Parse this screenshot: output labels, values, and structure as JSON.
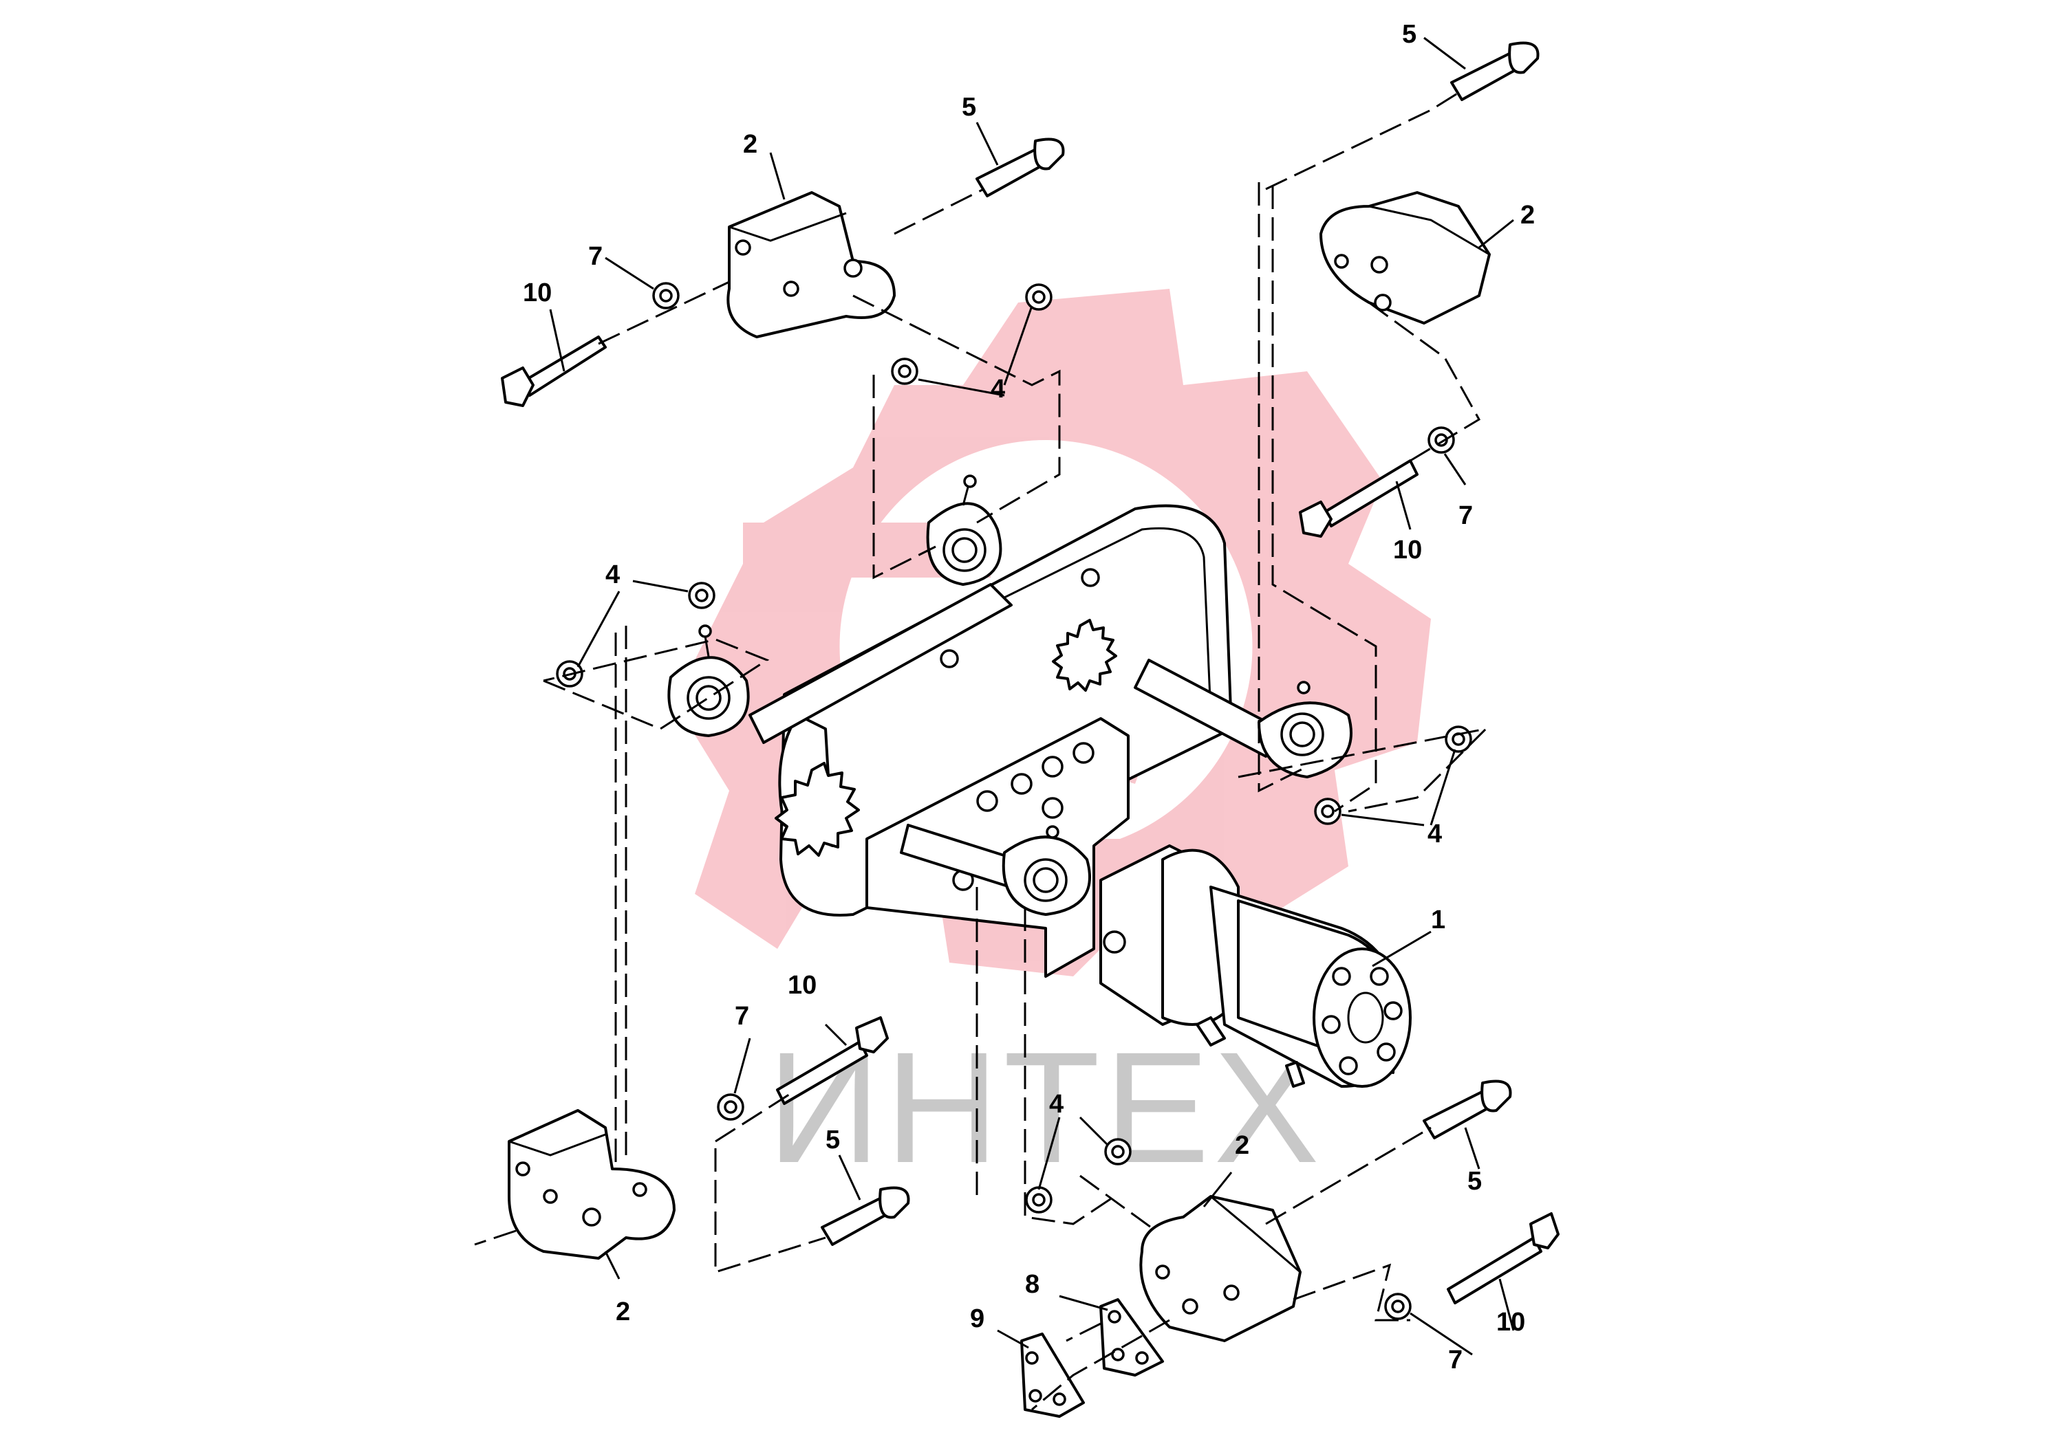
{
  "watermark": {
    "text": "ИНТЕХ",
    "color": "#e3001b",
    "text_color": "#c8c8c8"
  },
  "callouts": {
    "c1": "1",
    "c2_top": "2",
    "c2_right": "2",
    "c2_bottom_left": "2",
    "c2_bottom_right": "2",
    "c4_top": "4",
    "c4_left": "4",
    "c4_right": "4",
    "c4_bottom": "4",
    "c5_top": "5",
    "c5_top_right": "5",
    "c5_bottom_left": "5",
    "c5_bottom_right": "5",
    "c7_top": "7",
    "c7_right": "7",
    "c7_bottom_left": "7",
    "c7_bottom_right": "7",
    "c8": "8",
    "c9": "9",
    "c10_top": "10",
    "c10_right": "10",
    "c10_bottom_left": "10",
    "c10_bottom_right": "10"
  }
}
